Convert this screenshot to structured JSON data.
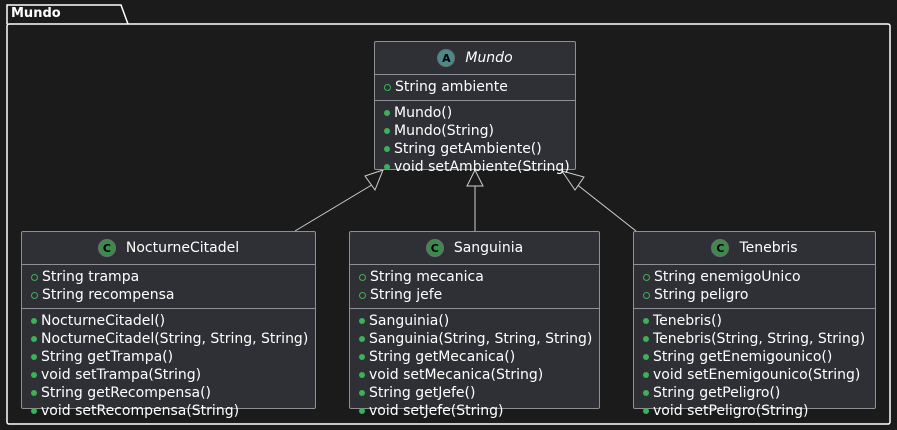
{
  "package": {
    "name": "Mundo"
  },
  "classes": {
    "mundo": {
      "name": "Mundo",
      "stereotype_letter": "A",
      "fields": [
        "String ambiente"
      ],
      "methods": [
        "Mundo()",
        "Mundo(String)",
        "String getAmbiente()",
        "void setAmbiente(String)"
      ]
    },
    "nocturne": {
      "name": "NocturneCitadel",
      "stereotype_letter": "C",
      "fields": [
        "String trampa",
        "String recompensa"
      ],
      "methods": [
        "NocturneCitadel()",
        "NocturneCitadel(String, String, String)",
        "String getTrampa()",
        "void setTrampa(String)",
        "String getRecompensa()",
        "void setRecompensa(String)"
      ]
    },
    "sanguinia": {
      "name": "Sanguinia",
      "stereotype_letter": "C",
      "fields": [
        "String mecanica",
        "String jefe"
      ],
      "methods": [
        "Sanguinia()",
        "Sanguinia(String, String, String)",
        "String getMecanica()",
        "void setMecanica(String)",
        "String getJefe()",
        "void setJefe(String)"
      ]
    },
    "tenebris": {
      "name": "Tenebris",
      "stereotype_letter": "C",
      "fields": [
        "String enemigoUnico",
        "String peligro"
      ],
      "methods": [
        "Tenebris()",
        "Tenebris(String, String, String)",
        "String getEnemigounico()",
        "void setEnemigounico(String)",
        "String getPeligro()",
        "void setPeligro(String)"
      ]
    }
  },
  "colors": {
    "background": "#1b1b1b",
    "class_fill": "#2f3035",
    "border": "#8e9096",
    "abstract_badge": "#4a8a8a",
    "class_badge": "#3d8a4f",
    "visibility": "#3db05a"
  }
}
